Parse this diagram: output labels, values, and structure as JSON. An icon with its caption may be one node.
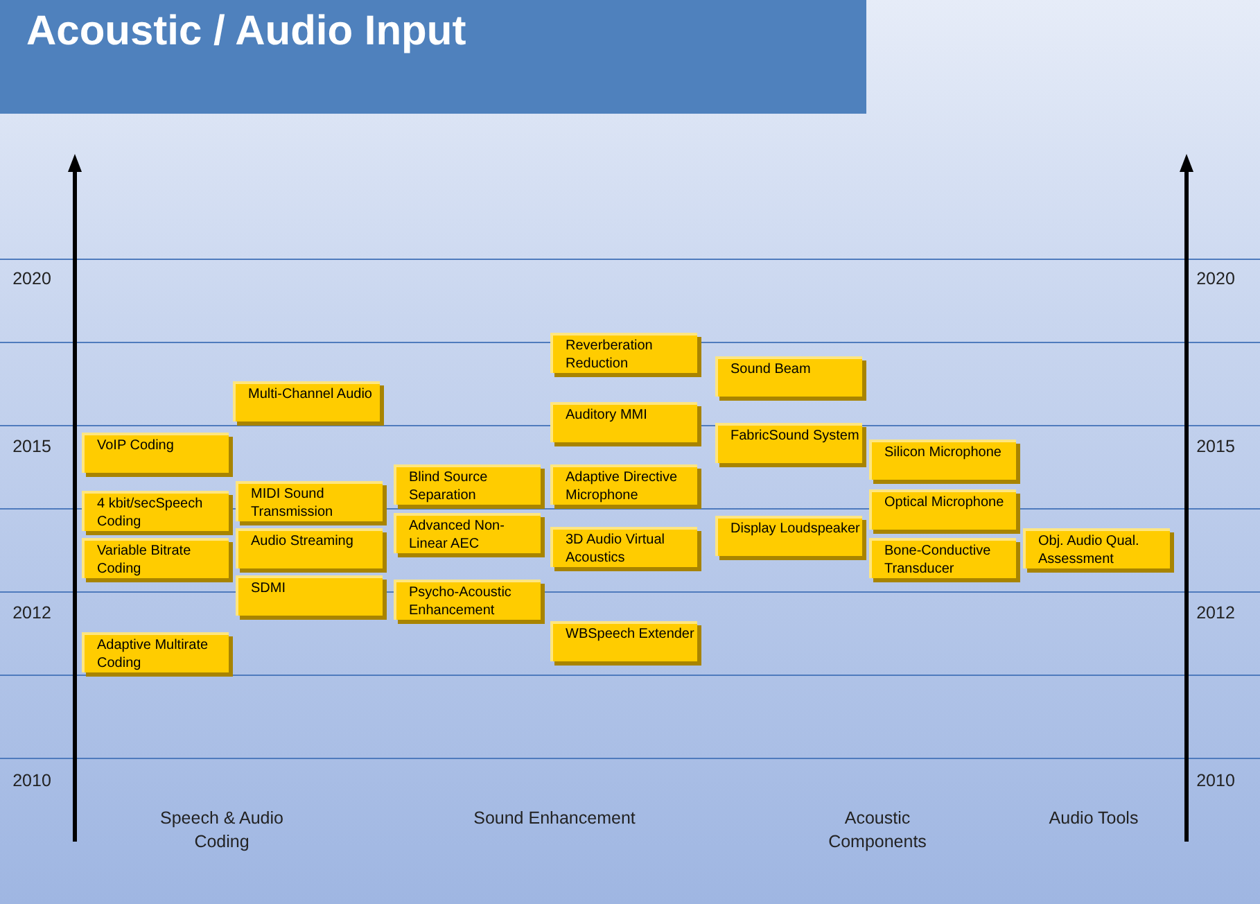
{
  "diagram": {
    "title": "Acoustic / Audio Input",
    "nodes": [
      {
        "text": [
          "VoIP Coding"
        ]
      },
      {
        "text": [
          "4 kbit/secSpeech Coding"
        ]
      },
      {
        "text": [
          "Variable Bitrate Coding"
        ]
      },
      {
        "text": [
          "Adaptive Multirate Coding"
        ]
      },
      {
        "text": [
          "Multi-Channel Audio"
        ]
      },
      {
        "text": [
          "MIDI Sound Transmission"
        ]
      },
      {
        "text": [
          "Audio Streaming"
        ]
      },
      {
        "text": [
          "SDMI"
        ]
      },
      {
        "text": [
          "Blind Source Separation"
        ]
      },
      {
        "text": [
          "Advanced Non-Linear AEC"
        ]
      },
      {
        "text": [
          "Psycho-Acoustic Enhancement"
        ]
      },
      {
        "text": [
          "Reverberation Reduction"
        ]
      },
      {
        "text": [
          "Auditory MMI"
        ]
      },
      {
        "text": [
          "Adaptive Directive Microphone"
        ]
      },
      {
        "text": [
          "3D Audio Virtual Acoustics"
        ]
      },
      {
        "text": [
          "WBSpeech Extender"
        ]
      },
      {
        "text": [
          "Sound Beam"
        ]
      },
      {
        "text": [
          "FabricSound System"
        ]
      },
      {
        "text": [
          "Display Loudspeaker"
        ]
      },
      {
        "text": [
          "Silicon Microphone"
        ]
      },
      {
        "text": [
          "Optical Microphone"
        ]
      },
      {
        "text": [
          "Bone-Conductive Transducer"
        ]
      },
      {
        "text": [
          "Obj. Audio Qual. Assessment"
        ]
      }
    ],
    "labels": [
      "2020",
      "2020",
      "2015",
      "2015",
      "2012",
      "2012",
      "2010",
      "2010",
      "Speech & Audio Coding",
      "Sound Enhancement",
      "Acoustic Components",
      "Audio Tools"
    ]
  }
}
